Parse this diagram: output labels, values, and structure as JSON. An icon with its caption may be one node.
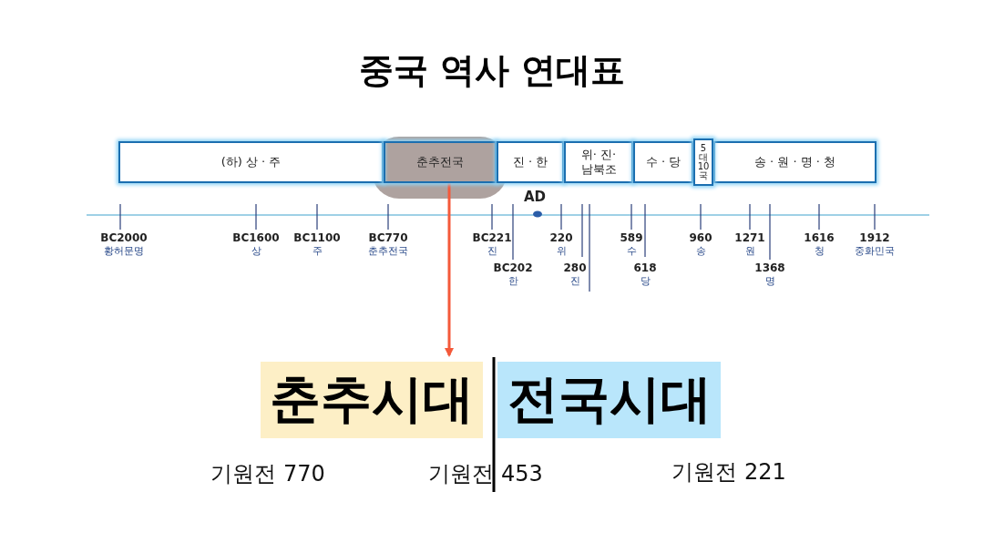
{
  "diagram": {
    "title": "중국 역사 연대표",
    "nodes": [
      {
        "text": [
          "(하) 상 · 주"
        ]
      },
      {
        "text": [
          "춘추전국"
        ]
      },
      {
        "text": [
          "진 · 한"
        ]
      },
      {
        "text": [
          "위· 진· 남북조"
        ]
      },
      {
        "text": [
          "수 · 당"
        ]
      },
      {
        "text": [
          "5대10국"
        ]
      },
      {
        "text": [
          "송 · 원 · 명 · 청"
        ]
      },
      {
        "text": [
          "춘추시대"
        ]
      },
      {
        "text": [
          "전국시대"
        ]
      }
    ],
    "edges": [
      {
        "from": 1,
        "to": 7,
        "arrow": "to",
        "color": "#f4593a"
      }
    ],
    "labels": [
      "AD",
      "BC2000",
      "황허문명",
      "BC1600",
      "상",
      "BC1100",
      "주",
      "BC770",
      "춘추전국",
      "BC221",
      "진",
      "BC202",
      "한",
      "220",
      "위",
      "280",
      "진",
      "589",
      "수",
      "618",
      "당",
      "960",
      "송",
      "1271",
      "원",
      "1368",
      "명",
      "1616",
      "청",
      "1912",
      "중화민국",
      "기원전 770",
      "기원전 453",
      "기원전 221"
    ]
  }
}
